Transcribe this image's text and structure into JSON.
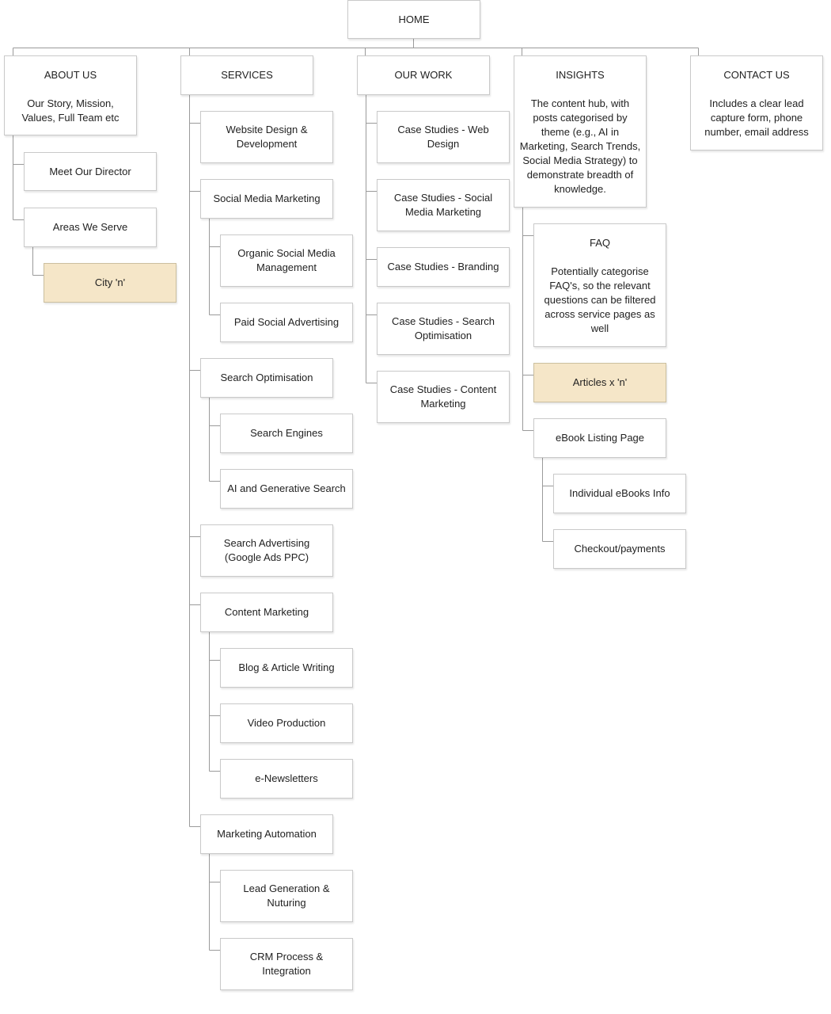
{
  "home": {
    "label": "HOME"
  },
  "about": {
    "label": "ABOUT US",
    "note": "Our Story, Mission, Values, Full Team etc",
    "children": {
      "director": "Meet Our Director",
      "areas": "Areas We Serve",
      "city": "City 'n'"
    }
  },
  "services": {
    "label": "SERVICES",
    "web_design": "Website Design & Development",
    "social": {
      "label": "Social Media Marketing",
      "organic": "Organic Social Media Management",
      "paid": "Paid Social Advertising"
    },
    "search_opt": {
      "label": "Search Optimisation",
      "engines": "Search Engines",
      "ai": "AI and Generative Search"
    },
    "search_ads": "Search Advertising (Google Ads PPC)",
    "content": {
      "label": "Content Marketing",
      "blog": "Blog & Article Writing",
      "video": "Video Production",
      "newsletters": "e-Newsletters"
    },
    "automation": {
      "label": "Marketing Automation",
      "lead_gen": "Lead Generation & Nuturing",
      "crm": "CRM Process & Integration"
    }
  },
  "our_work": {
    "label": "OUR WORK",
    "items": [
      "Case Studies - Web Design",
      "Case Studies - Social Media Marketing",
      "Case Studies - Branding",
      "Case Studies - Search Optimisation",
      "Case Studies - Content Marketing"
    ]
  },
  "insights": {
    "label": "INSIGHTS",
    "note": "The content hub, with posts categorised by theme (e.g., AI in Marketing, Search Trends, Social Media Strategy) to demonstrate breadth of knowledge.",
    "faq": {
      "label": "FAQ",
      "note": "Potentially categorise FAQ's, so the relevant questions can be filtered across service pages as well"
    },
    "articles": "Articles x 'n'",
    "ebook": {
      "label": "eBook Listing Page",
      "info": "Individual eBooks Info",
      "checkout": "Checkout/payments"
    }
  },
  "contact": {
    "label": "CONTACT US",
    "note": "Includes a clear lead capture form, phone number, email address"
  },
  "colors": {
    "line": "#9a9a9a",
    "highlight": "#f5e6c8",
    "border": "#c9c9c9"
  }
}
